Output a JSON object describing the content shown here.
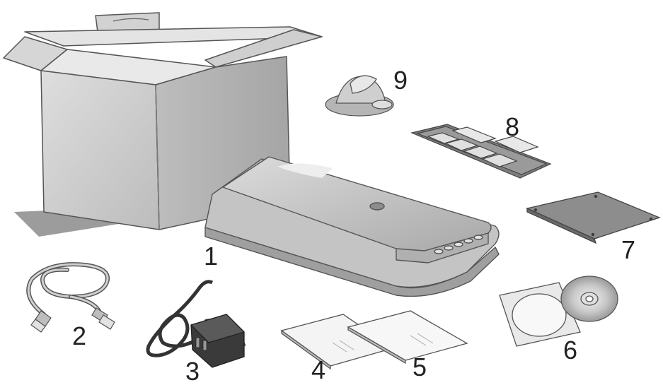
{
  "labels": {
    "box": "",
    "scanner": "1",
    "usb_cable": "2",
    "power_adapter": "3",
    "doc_a": "4",
    "doc_b": "5",
    "cd": "6",
    "doc_mat": "7",
    "film_holder": "8",
    "light_cover": "9"
  },
  "colors": {
    "stroke": "#4a4a4a",
    "grey_light": "#d9d9d9",
    "grey_mid": "#bdbdbd",
    "grey_dark": "#8a8a8a",
    "box_front": "#c9c9c9",
    "box_side": "#b3b3b3",
    "box_inner": "#e6e6e6"
  }
}
